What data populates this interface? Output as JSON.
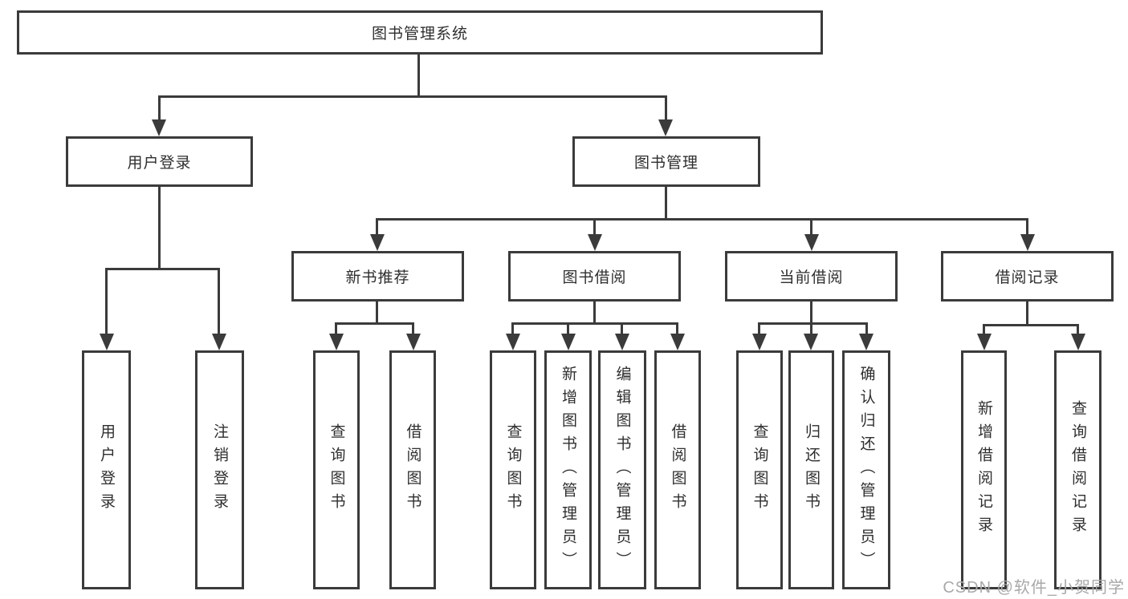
{
  "diagram": {
    "title": "图书管理系统",
    "level2": {
      "user_login": "用户登录",
      "book_mgmt": "图书管理"
    },
    "mid": {
      "new_books": "新书推荐",
      "book_borrow": "图书借阅",
      "current_borrow": "当前借阅",
      "borrow_records": "借阅记录"
    },
    "leaves": {
      "user_login_1": "用户登录",
      "user_login_2": "注销登录",
      "new_books_1": "查询图书",
      "new_books_2": "借阅图书",
      "book_borrow_1": "查询图书",
      "book_borrow_2": "新增图书（管理员）",
      "book_borrow_3": "编辑图书（管理员）",
      "book_borrow_4": "借阅图书",
      "current_borrow_1": "查询图书",
      "current_borrow_2": "归还图书",
      "current_borrow_3": "确认归还（管理员）",
      "borrow_records_1": "新增借阅记录",
      "borrow_records_2": "查询借阅记录"
    }
  },
  "watermark": "CSDN @软件_小贺同学",
  "colors": {
    "line": "#3b3b3b",
    "text": "#2f2f2f",
    "watermark_gray": "#a9a9a9",
    "background": "#ffffff"
  }
}
